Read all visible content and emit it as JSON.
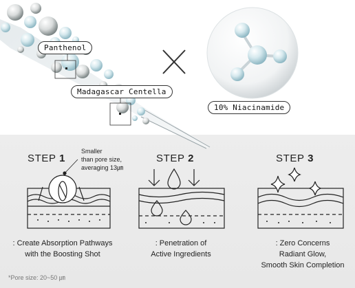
{
  "ingredients": {
    "panthenol": "Panthenol",
    "centella": "Madagascar Centella",
    "niacinamide": "10% Niacinamide"
  },
  "steps": [
    {
      "label": "STEP",
      "number": "1",
      "caption_line1": ": Create Absorption Pathways",
      "caption_line2": "with the Boosting Shot",
      "note_line1": "Smaller",
      "note_line2": "than pore size,",
      "note_line3": "averaging 13㎛"
    },
    {
      "label": "STEP",
      "number": "2",
      "caption_line1": ": Penetration of",
      "caption_line2": "Active Ingredients"
    },
    {
      "label": "STEP",
      "number": "3",
      "caption_line1": ": Zero Concerns",
      "caption_line2": "Radiant Glow,",
      "caption_line3": "Smooth Skin Completion"
    }
  ],
  "footnote": "*Pore size: 20~50 ㎛",
  "colors": {
    "bubble": "#b9dde6",
    "line": "#222222",
    "bottom_bg": "#ececec"
  }
}
